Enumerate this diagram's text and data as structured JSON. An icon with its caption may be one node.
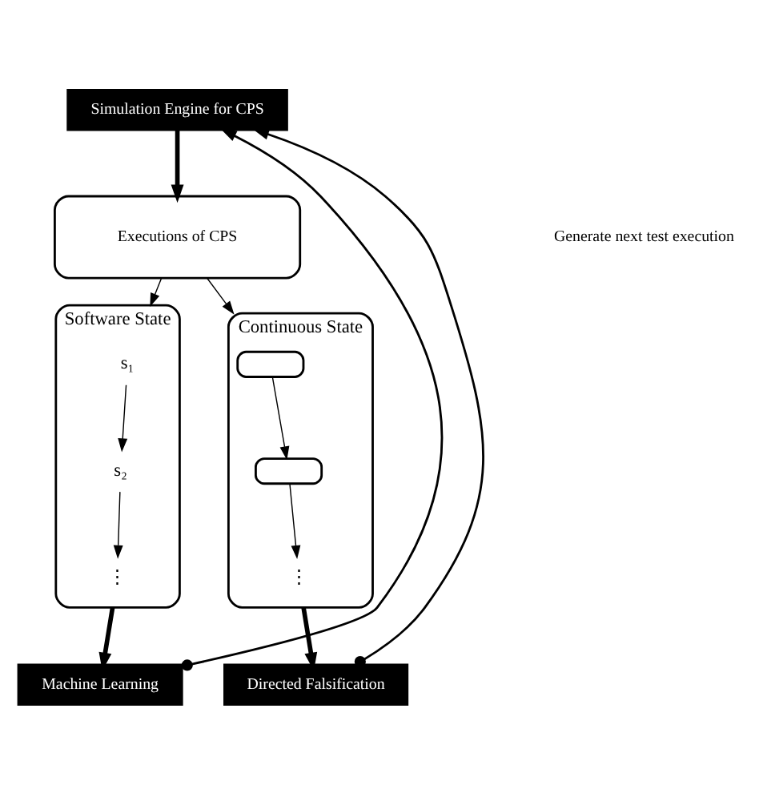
{
  "diagram": {
    "nodes": [
      {
        "text": [
          "Simulation Engine for CPS"
        ]
      },
      {
        "text": [
          "Executions of CPS"
        ]
      },
      {
        "text": [
          "Software State"
        ]
      },
      {
        "text": [
          "s₁"
        ],
        "in": 2
      },
      {
        "text": [
          "s₂"
        ],
        "in": 2
      },
      {
        "text": [
          "⋮"
        ],
        "in": 2
      },
      {
        "text": [
          "Continuous State"
        ]
      },
      {
        "text": [],
        "shape": "curve",
        "in": 6
      },
      {
        "text": [],
        "shape": "curve",
        "in": 6
      },
      {
        "text": [
          "⋮"
        ],
        "in": 6
      },
      {
        "text": [
          "Machine Learning"
        ]
      },
      {
        "text": [
          "Directed Falsification"
        ]
      }
    ],
    "edges": [
      {
        "from": 0,
        "to": 1,
        "arrow": "to",
        "style": "thick"
      },
      {
        "from": 1,
        "to": 2,
        "arrow": "to"
      },
      {
        "from": 1,
        "to": 6,
        "arrow": "to"
      },
      {
        "from": 3,
        "to": 4,
        "arrow": "to"
      },
      {
        "from": 4,
        "to": 5,
        "arrow": "to"
      },
      {
        "from": 7,
        "to": 8,
        "arrow": "to"
      },
      {
        "from": 8,
        "to": 9,
        "arrow": "to"
      },
      {
        "from": 2,
        "to": 10,
        "arrow": "to",
        "style": "thick"
      },
      {
        "from": 6,
        "to": 11,
        "arrow": "to",
        "style": "thick"
      },
      {
        "from": 10,
        "to": 0,
        "arrow": "to"
      },
      {
        "from": 11,
        "to": 0,
        "arrow": "to"
      }
    ],
    "labels": [
      "Generate next test execution"
    ]
  }
}
